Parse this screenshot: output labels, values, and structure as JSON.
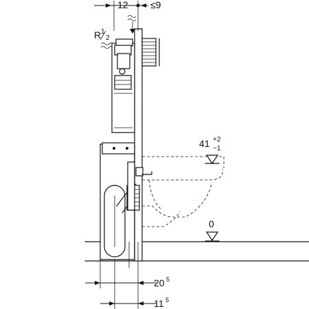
{
  "dimensions": {
    "top_left": "12",
    "top_right": "≤9",
    "connection": "R",
    "connection_num": "1",
    "connection_den": "2",
    "height_main": "41",
    "height_plus": "+2",
    "height_minus": "−1",
    "floor_level": "0",
    "bottom_upper_main": "20",
    "bottom_upper_sup": "5",
    "bottom_lower_main": "11",
    "bottom_lower_sup": "5"
  }
}
